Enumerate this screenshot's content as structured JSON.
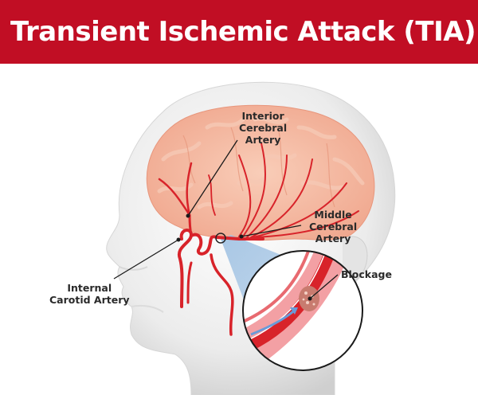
{
  "header": {
    "title": "Transient Ischemic Attack (TIA)",
    "background_color": "#c10e24",
    "text_color": "#ffffff"
  },
  "diagram": {
    "subject": "head-profile-with-brain-and-arteries",
    "colors": {
      "artery": "#d8232a",
      "brain": "#f4b6a0",
      "head": "#ebebeb",
      "blood_flow": "#6a9ad8",
      "highlight_cone": "#a8c7e4"
    },
    "labels": {
      "interior_cerebral": {
        "line1": "Interior",
        "line2": "Cerebral",
        "line3": "Artery"
      },
      "middle_cerebral": {
        "line1": "Middle",
        "line2": "Cerebral",
        "line3": "Artery"
      },
      "internal_carotid": {
        "line1": "Internal",
        "line2": "Carotid Artery"
      },
      "blockage": {
        "line1": "Blockage"
      }
    }
  }
}
